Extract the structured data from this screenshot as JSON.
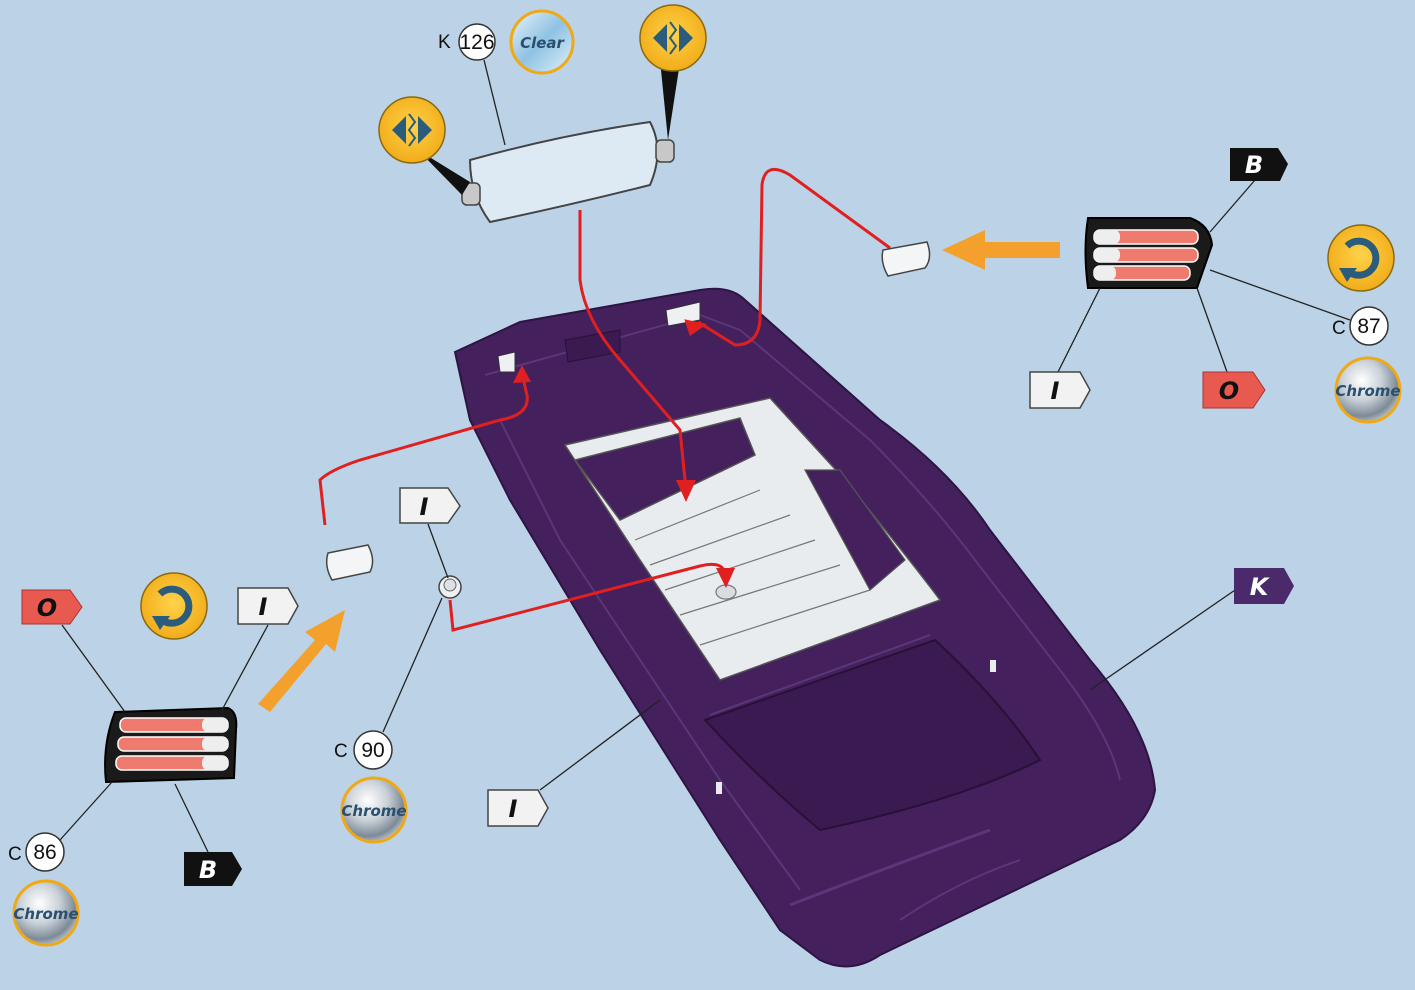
{
  "colors": {
    "background": "#bcd3e7",
    "body_paint": "#44205d",
    "guide_line": "#e02020",
    "arrow": "#f4a02c",
    "flag_I": "#f2f2f2",
    "flag_O": "#e85a50",
    "flag_B": "#111111",
    "flag_K": "#4a2a6a"
  },
  "parts": {
    "windshield": {
      "sprue": "K",
      "number": "126",
      "finish": "Clear"
    },
    "light_right": {
      "sprue": "C",
      "number": "87",
      "finish": "Chrome"
    },
    "light_left": {
      "sprue": "C",
      "number": "86",
      "finish": "Chrome"
    },
    "bulb": {
      "sprue": "C",
      "number": "90",
      "finish": "Chrome"
    }
  },
  "paint_flags": {
    "right_top": "B",
    "right_bottom_left": "I",
    "right_bottom_right": "O",
    "left_top_left": "O",
    "left_top_right": "I",
    "left_bottom": "B",
    "bulb_top": "I",
    "body_left": "I",
    "body_right": "K"
  },
  "icons": {
    "windshield_glue_left": "glue-icon",
    "windshield_glue_right": "glue-icon",
    "rotate_right": "rotate-icon",
    "rotate_left": "rotate-icon"
  }
}
